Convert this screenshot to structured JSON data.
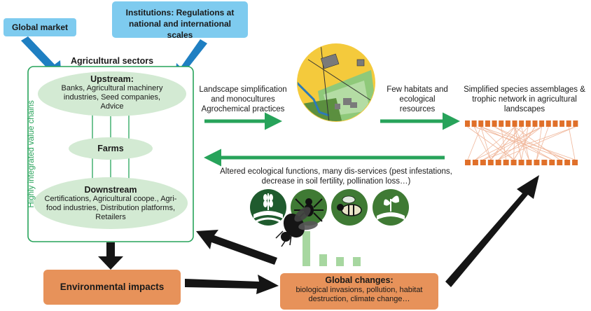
{
  "boxes": {
    "global_market": "Global market",
    "institutions": "Institutions: Regulations at national and international scales",
    "environmental_impacts": "Environmental impacts",
    "global_changes_title": "Global changes:",
    "global_changes_body": "biological invasions, pollution, habitat destruction, climate change…"
  },
  "sectors": {
    "title": "Agricultural sectors",
    "vertical_label": "Highly integrated value chains",
    "upstream_title": "Upstream:",
    "upstream_body": "Banks, Agricultural machinery industries, Seed companies, Advice",
    "farms": "Farms",
    "downstream_title": "Downstream",
    "downstream_body": "Certifications, Agricultural coope., Agri-food industries, Distribution platforms, Retailers"
  },
  "flow": {
    "landscape_text": "Landscape simplification and monocultures Agrochemical practices",
    "habitats_text": "Few habitats and ecological resources",
    "species_text": "Simplified species assemblages & trophic network in agricultural landscapes",
    "functions_text": "Altered ecological functions, many dis-services (pest infestations, decrease in soil fertility, pollination loss…)"
  },
  "icons": [
    "wheat-field-icon",
    "spider-icon",
    "bee-icon",
    "sprout-icon",
    "fly-icon",
    "bar-decline-icon",
    "landscape-map-icon",
    "trophic-network-icon"
  ],
  "colors": {
    "blue_box": "#7ecbef",
    "orange_box": "#e7925a",
    "green": "#27a35a",
    "light_green": "#d3ead3",
    "dark_green": "#3b7a35",
    "network_orange": "#e0702a"
  }
}
